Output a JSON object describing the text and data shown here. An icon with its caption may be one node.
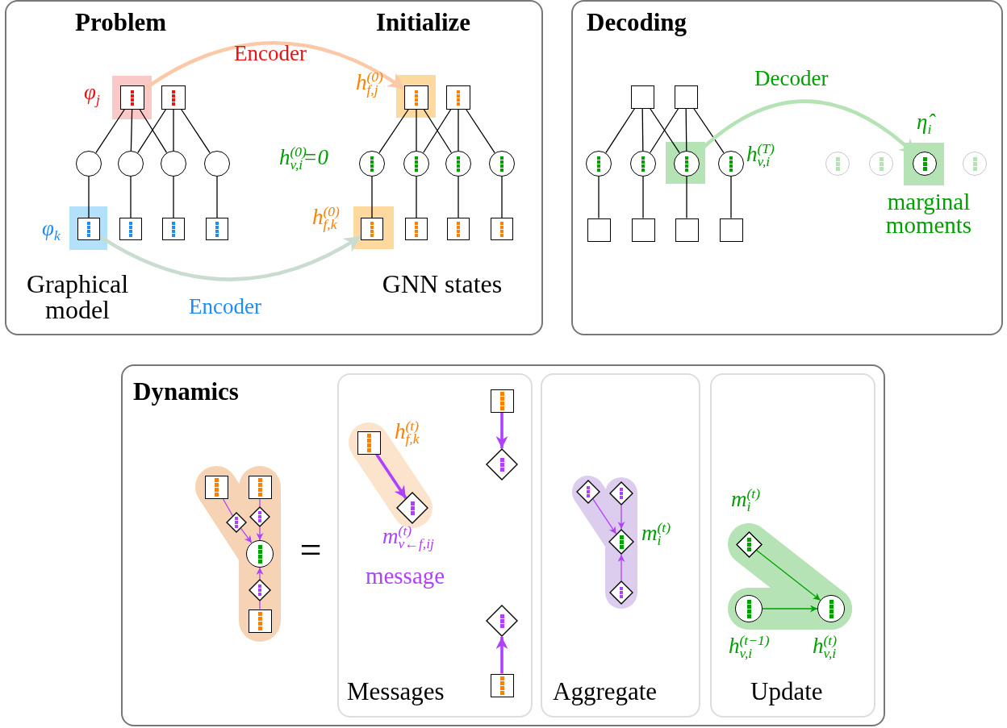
{
  "diagram": {
    "nodes": [
      {
        "text": [
          "Problem",
          "Initialize"
        ]
      },
      {
        "text": [],
        "shape": "box",
        "in": 0,
        "beside": [
          "φ$_{j}$"
        ]
      },
      {
        "text": [],
        "shape": "box",
        "in": 0
      },
      {
        "text": [],
        "shape": "circle",
        "in": 0
      },
      {
        "text": [],
        "shape": "circle",
        "in": 0
      },
      {
        "text": [],
        "shape": "circle",
        "in": 0
      },
      {
        "text": [],
        "shape": "circle",
        "in": 0
      },
      {
        "text": [],
        "shape": "box",
        "in": 0,
        "beside": [
          "φ$_{k}$"
        ]
      },
      {
        "text": [],
        "shape": "box",
        "in": 0
      },
      {
        "text": [],
        "shape": "box",
        "in": 0
      },
      {
        "text": [],
        "shape": "box",
        "in": 0
      },
      {
        "text": [],
        "shape": "box",
        "in": 0,
        "beside": [
          "h$^{(0)}$$_{f,j}$"
        ]
      },
      {
        "text": [],
        "shape": "box",
        "in": 0
      },
      {
        "text": [],
        "shape": "circle",
        "in": 0,
        "beside": [
          "h$^{(0)}$$_{v,i}$=0"
        ]
      },
      {
        "text": [],
        "shape": "circle",
        "in": 0
      },
      {
        "text": [],
        "shape": "circle",
        "in": 0
      },
      {
        "text": [],
        "shape": "circle",
        "in": 0
      },
      {
        "text": [],
        "shape": "box",
        "in": 0,
        "beside": [
          "h$^{(0)}$$_{f,k}$"
        ]
      },
      {
        "text": [],
        "shape": "box",
        "in": 0
      },
      {
        "text": [],
        "shape": "box",
        "in": 0
      },
      {
        "text": [],
        "shape": "box",
        "in": 0
      },
      {
        "text": [
          "Decoding"
        ]
      },
      {
        "text": [],
        "shape": "box",
        "in": 21
      },
      {
        "text": [],
        "shape": "box",
        "in": 21
      },
      {
        "text": [],
        "shape": "circle",
        "in": 21
      },
      {
        "text": [],
        "shape": "circle",
        "in": 21
      },
      {
        "text": [],
        "shape": "circle",
        "in": 21
      },
      {
        "text": [],
        "shape": "circle",
        "in": 21,
        "beside": [
          "h$^{(T)}$$_{v,i}$"
        ]
      },
      {
        "text": [],
        "shape": "box",
        "in": 21
      },
      {
        "text": [],
        "shape": "box",
        "in": 21
      },
      {
        "text": [],
        "shape": "box",
        "in": 21
      },
      {
        "text": [],
        "shape": "box",
        "in": 21
      },
      {
        "text": [],
        "shape": "circle",
        "in": 21
      },
      {
        "text": [],
        "shape": "circle",
        "in": 21
      },
      {
        "text": [],
        "shape": "circle",
        "in": 21,
        "beside": [
          "η̂$_{i}$",
          "marginal moments"
        ]
      },
      {
        "text": [],
        "shape": "circle",
        "in": 21
      },
      {
        "text": [
          "Dynamics"
        ]
      },
      {
        "text": [],
        "shape": "box",
        "in": 36
      },
      {
        "text": [],
        "shape": "box",
        "in": 36
      },
      {
        "text": [],
        "shape": "diamond",
        "in": 36
      },
      {
        "text": [],
        "shape": "diamond",
        "in": 36
      },
      {
        "text": [],
        "shape": "circle",
        "in": 36
      },
      {
        "text": [],
        "shape": "diamond",
        "in": 36
      },
      {
        "text": [],
        "shape": "box",
        "in": 36
      },
      {
        "text": [
          "Messages"
        ],
        "in": 36
      },
      {
        "text": [],
        "shape": "box",
        "in": 44,
        "beside": [
          "h$^{(t)}$$_{f,k}$"
        ]
      },
      {
        "text": [],
        "shape": "diamond",
        "in": 44,
        "beside": [
          "m$^{(t)}$$_{v←f,ij}$",
          "message"
        ]
      },
      {
        "text": [],
        "shape": "box",
        "in": 44
      },
      {
        "text": [],
        "shape": "diamond",
        "in": 44
      },
      {
        "text": [],
        "shape": "diamond",
        "in": 44
      },
      {
        "text": [],
        "shape": "box",
        "in": 44
      },
      {
        "text": [
          "Aggregate"
        ],
        "in": 36
      },
      {
        "text": [],
        "shape": "diamond",
        "in": 51
      },
      {
        "text": [],
        "shape": "diamond",
        "in": 51
      },
      {
        "text": [],
        "shape": "diamond",
        "in": 51,
        "beside": [
          "m$^{(t)}$$_{i}$"
        ]
      },
      {
        "text": [],
        "shape": "diamond",
        "in": 51
      },
      {
        "text": [
          "Update"
        ],
        "in": 36
      },
      {
        "text": [],
        "shape": "diamond",
        "in": 56,
        "beside": [
          "m$^{(t)}$$_{i}$"
        ]
      },
      {
        "text": [],
        "shape": "circle",
        "in": 56,
        "beside": [
          "h$^{(t−1)}$$_{v,i}$"
        ]
      },
      {
        "text": [],
        "shape": "circle",
        "in": 56,
        "beside": [
          "h$^{(t)}$$_{v,i}$"
        ]
      }
    ],
    "edges": [
      {
        "from": 1,
        "to": 3,
        "arrow": "none"
      },
      {
        "from": 1,
        "to": 4,
        "arrow": "none"
      },
      {
        "from": 1,
        "to": 5,
        "arrow": "none"
      },
      {
        "from": 2,
        "to": 4,
        "arrow": "none"
      },
      {
        "from": 2,
        "to": 5,
        "arrow": "none"
      },
      {
        "from": 2,
        "to": 6,
        "arrow": "none"
      },
      {
        "from": 3,
        "to": 7,
        "arrow": "none"
      },
      {
        "from": 4,
        "to": 8,
        "arrow": "none"
      },
      {
        "from": 5,
        "to": 9,
        "arrow": "none"
      },
      {
        "from": 6,
        "to": 10,
        "arrow": "none"
      },
      {
        "from": 11,
        "to": 13,
        "arrow": "none"
      },
      {
        "from": 11,
        "to": 14,
        "arrow": "none"
      },
      {
        "from": 11,
        "to": 15,
        "arrow": "none"
      },
      {
        "from": 12,
        "to": 14,
        "arrow": "none"
      },
      {
        "from": 12,
        "to": 15,
        "arrow": "none"
      },
      {
        "from": 12,
        "to": 16,
        "arrow": "none"
      },
      {
        "from": 13,
        "to": 17,
        "arrow": "none"
      },
      {
        "from": 14,
        "to": 18,
        "arrow": "none"
      },
      {
        "from": 15,
        "to": 19,
        "arrow": "none"
      },
      {
        "from": 16,
        "to": 20,
        "arrow": "none"
      },
      {
        "from": 1,
        "to": 11,
        "arrow": "to",
        "label": "Encoder",
        "style": "thick",
        "color": "#fcc9a8"
      },
      {
        "from": 7,
        "to": 17,
        "arrow": "to",
        "label": "Encoder",
        "style": "thick",
        "color": "#c9dccf"
      },
      {
        "from": 22,
        "to": 24,
        "arrow": "none"
      },
      {
        "from": 22,
        "to": 25,
        "arrow": "none"
      },
      {
        "from": 22,
        "to": 26,
        "arrow": "none"
      },
      {
        "from": 23,
        "to": 25,
        "arrow": "none"
      },
      {
        "from": 23,
        "to": 26,
        "arrow": "none"
      },
      {
        "from": 23,
        "to": 27,
        "arrow": "none"
      },
      {
        "from": 24,
        "to": 28,
        "arrow": "none"
      },
      {
        "from": 25,
        "to": 29,
        "arrow": "none"
      },
      {
        "from": 26,
        "to": 30,
        "arrow": "none"
      },
      {
        "from": 27,
        "to": 31,
        "arrow": "none"
      },
      {
        "from": 26,
        "to": 34,
        "arrow": "to",
        "label": "Decoder",
        "style": "thick",
        "color": "#b5e3b5"
      },
      {
        "from": 37,
        "to": 39,
        "arrow": "none",
        "color": "#b040ff"
      },
      {
        "from": 39,
        "to": 41,
        "arrow": "to",
        "color": "#b040ff"
      },
      {
        "from": 38,
        "to": 40,
        "arrow": "none",
        "color": "#b040ff"
      },
      {
        "from": 40,
        "to": 41,
        "arrow": "to",
        "color": "#b040ff"
      },
      {
        "from": 43,
        "to": 42,
        "arrow": "none",
        "color": "#b040ff"
      },
      {
        "from": 42,
        "to": 41,
        "arrow": "to",
        "color": "#b040ff"
      },
      {
        "from": 45,
        "to": 46,
        "arrow": "to",
        "style": "thick",
        "color": "#b040ff"
      },
      {
        "from": 47,
        "to": 48,
        "arrow": "to",
        "style": "thick",
        "color": "#b040ff"
      },
      {
        "from": 50,
        "to": 49,
        "arrow": "to",
        "style": "thick",
        "color": "#b040ff"
      },
      {
        "from": 52,
        "to": 54,
        "arrow": "to",
        "color": "#b040ff"
      },
      {
        "from": 53,
        "to": 54,
        "arrow": "to",
        "color": "#b040ff"
      },
      {
        "from": 55,
        "to": 54,
        "arrow": "to",
        "color": "#b040ff"
      },
      {
        "from": 57,
        "to": 59,
        "arrow": "to",
        "color": "#00a000"
      },
      {
        "from": 58,
        "to": 59,
        "arrow": "to",
        "color": "#00a000"
      }
    ],
    "labels": [
      "Graphical model",
      "GNN states",
      "="
    ]
  }
}
